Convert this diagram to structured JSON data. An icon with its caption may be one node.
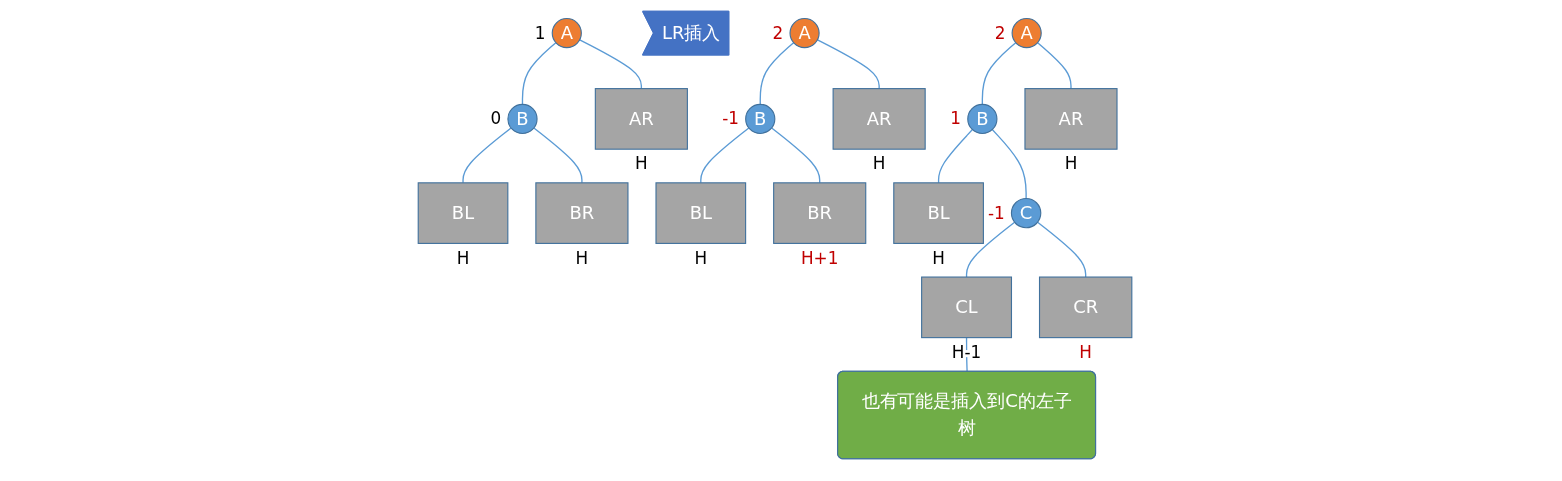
{
  "diagram": {
    "nodes": [
      {
        "text": [
          "A"
        ],
        "beside": [
          "1"
        ]
      },
      {
        "text": [
          "B"
        ],
        "beside": [
          "0"
        ]
      },
      {
        "text": [
          "AR"
        ],
        "beside": [
          "H"
        ]
      },
      {
        "text": [
          "BL"
        ],
        "beside": [
          "H"
        ]
      },
      {
        "text": [
          "BR"
        ],
        "beside": [
          "H"
        ]
      },
      {
        "text": [
          "LR插入"
        ]
      },
      {
        "text": [
          "A"
        ],
        "beside": [
          "2"
        ]
      },
      {
        "text": [
          "B"
        ],
        "beside": [
          "-1"
        ]
      },
      {
        "text": [
          "AR"
        ],
        "beside": [
          "H"
        ]
      },
      {
        "text": [
          "BL"
        ],
        "beside": [
          "H"
        ]
      },
      {
        "text": [
          "BR"
        ],
        "beside": [
          "H+1"
        ]
      },
      {
        "text": [
          "A"
        ],
        "beside": [
          "2"
        ]
      },
      {
        "text": [
          "B"
        ],
        "beside": [
          "1"
        ]
      },
      {
        "text": [
          "AR"
        ],
        "beside": [
          "H"
        ]
      },
      {
        "text": [
          "BL"
        ],
        "beside": [
          "H"
        ]
      },
      {
        "text": [
          "C"
        ],
        "beside": [
          "-1"
        ]
      },
      {
        "text": [
          "CL"
        ],
        "beside": [
          "H-1"
        ]
      },
      {
        "text": [
          "CR"
        ],
        "beside": [
          "H"
        ]
      },
      {
        "text": [
          "也有可能是插入到C的左子树"
        ]
      }
    ],
    "edges": [
      {
        "from": 0,
        "to": 1,
        "arrow": "none"
      },
      {
        "from": 0,
        "to": 2,
        "arrow": "none"
      },
      {
        "from": 1,
        "to": 3,
        "arrow": "none"
      },
      {
        "from": 1,
        "to": 4,
        "arrow": "none"
      },
      {
        "from": 6,
        "to": 7,
        "arrow": "none"
      },
      {
        "from": 6,
        "to": 8,
        "arrow": "none"
      },
      {
        "from": 7,
        "to": 9,
        "arrow": "none"
      },
      {
        "from": 7,
        "to": 10,
        "arrow": "none"
      },
      {
        "from": 11,
        "to": 12,
        "arrow": "none"
      },
      {
        "from": 11,
        "to": 13,
        "arrow": "none"
      },
      {
        "from": 12,
        "to": 14,
        "arrow": "none"
      },
      {
        "from": 12,
        "to": 15,
        "arrow": "none"
      },
      {
        "from": 15,
        "to": 16,
        "arrow": "none"
      },
      {
        "from": 15,
        "to": 17,
        "arrow": "none"
      },
      {
        "from": 18,
        "to": 16,
        "arrow": "none"
      }
    ]
  }
}
